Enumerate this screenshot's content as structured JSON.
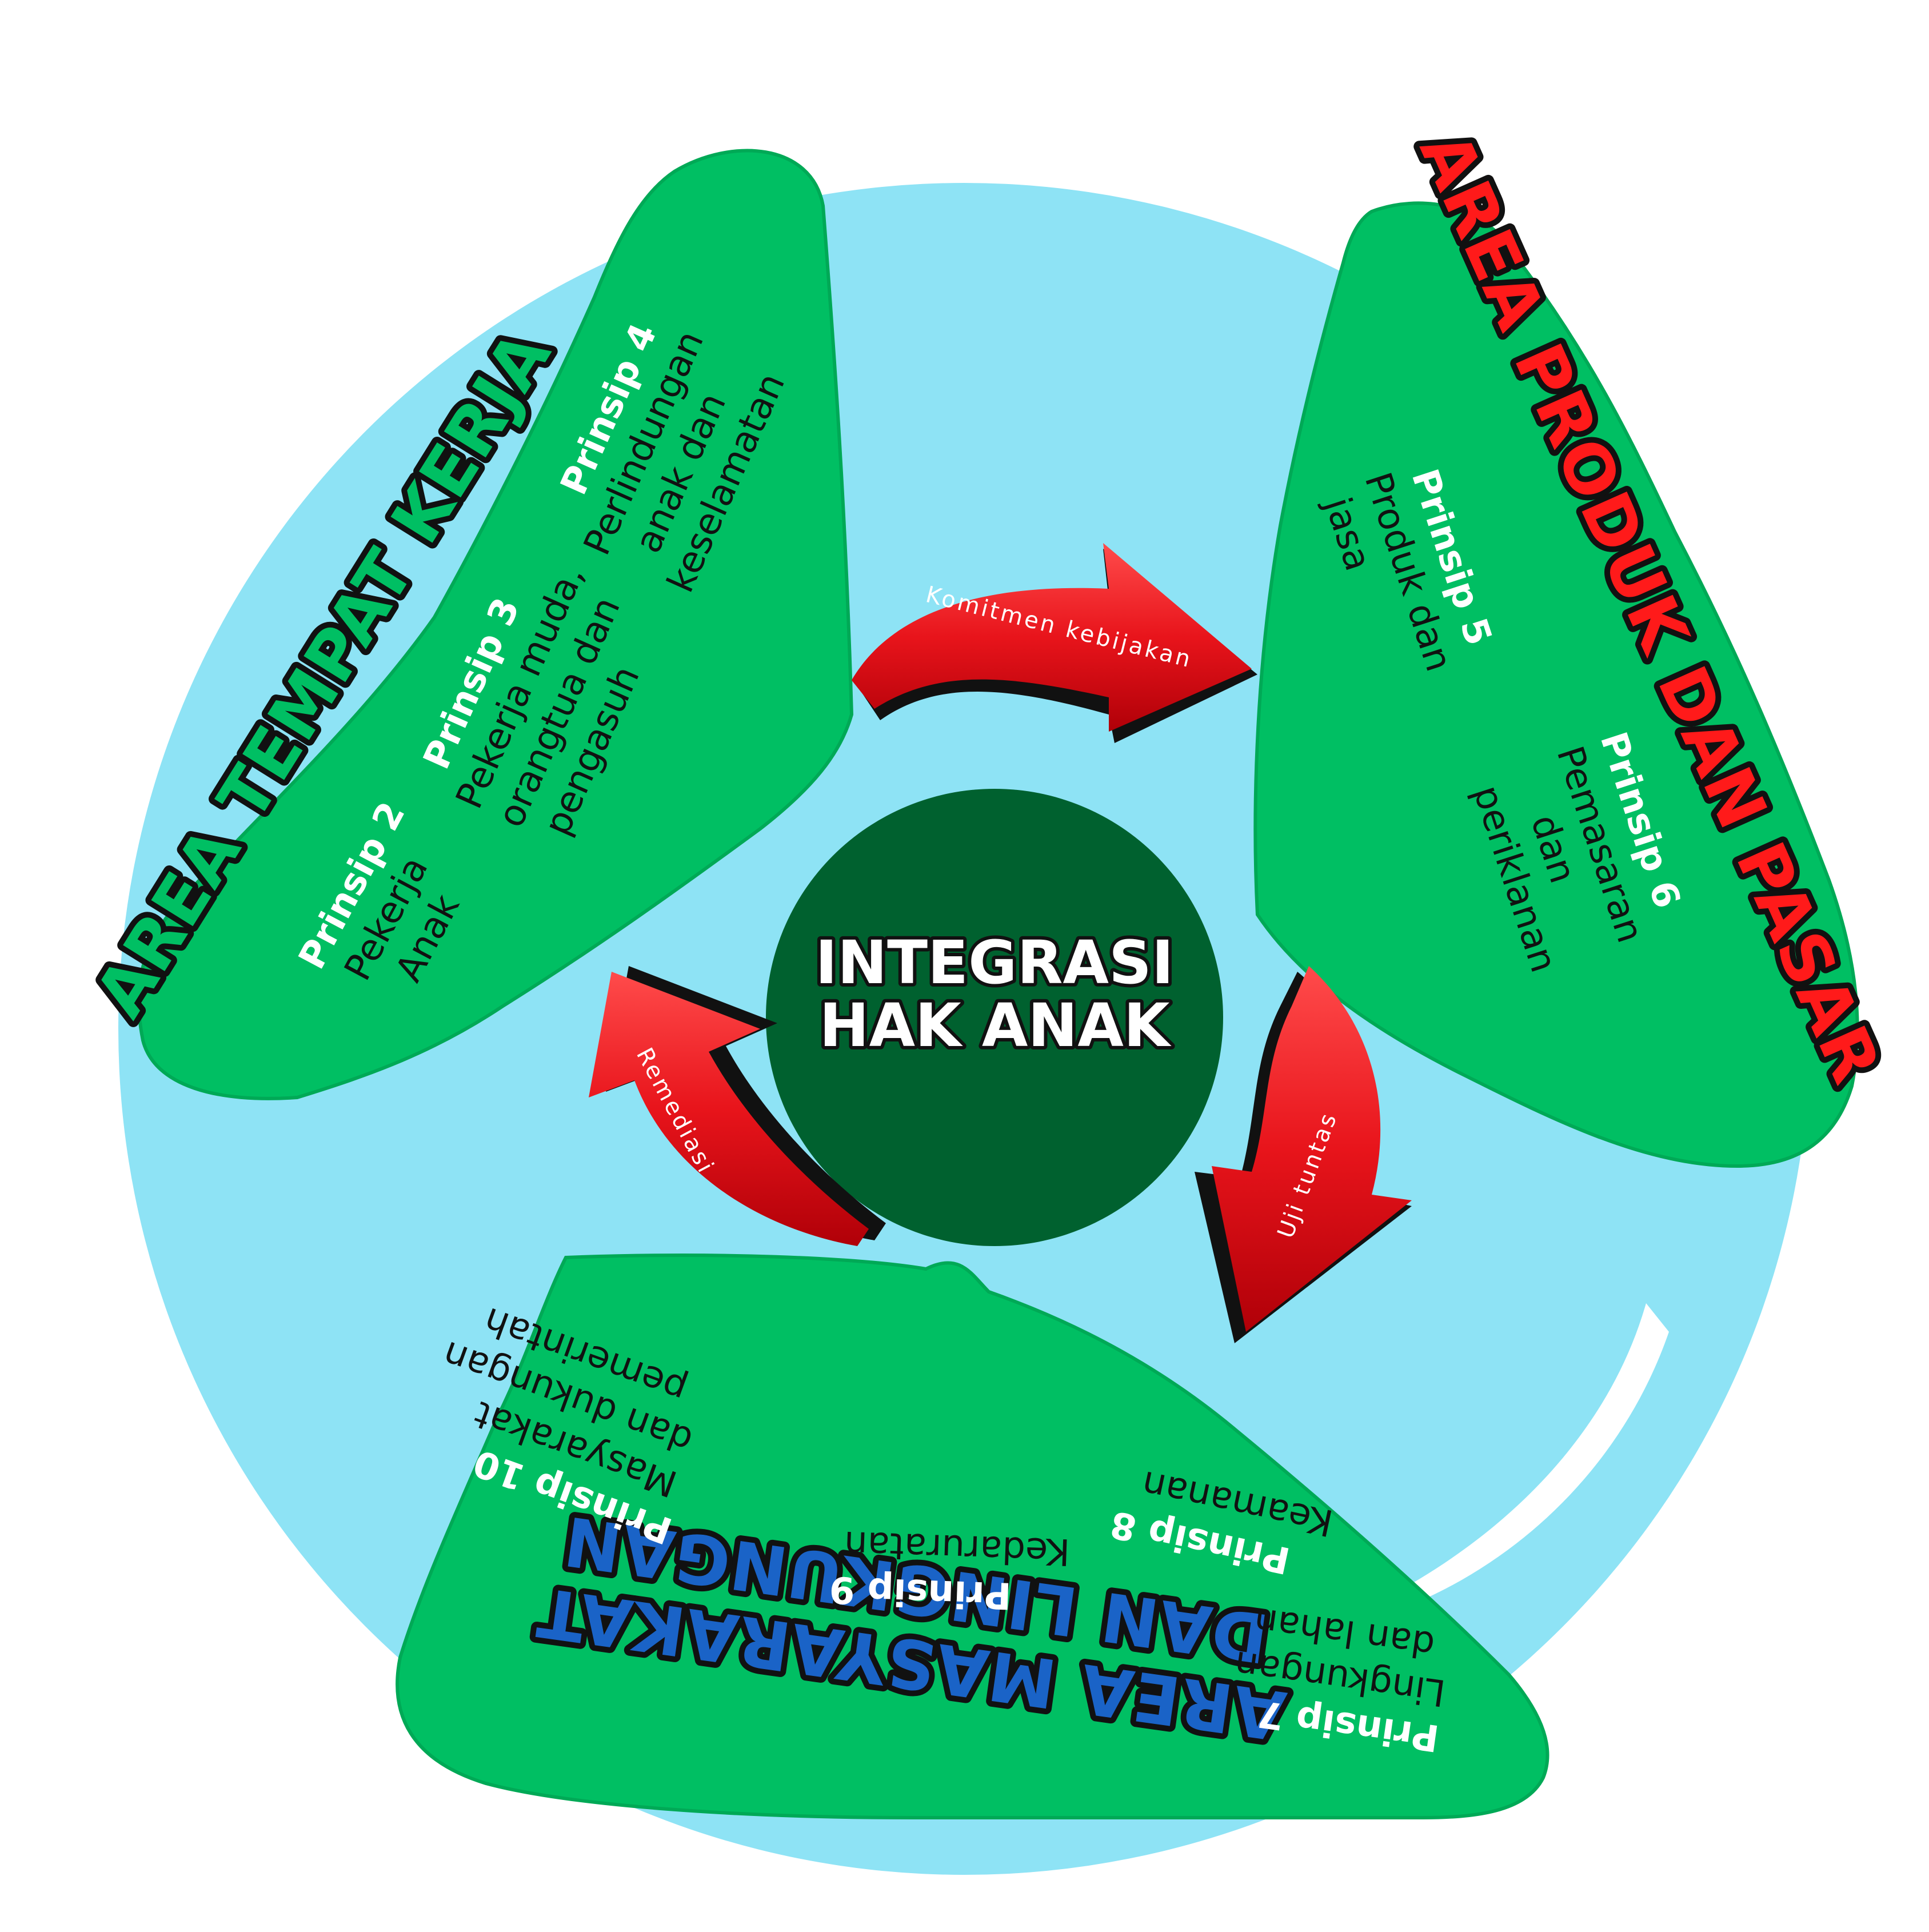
{
  "center": {
    "line1": "INTEGRASI",
    "line2": "HAK ANAK"
  },
  "colors": {
    "ring": "#8ee3f5",
    "zone": "#00bf63",
    "center": "#00612f",
    "arrow": "#e8141b",
    "title_red": "#ff1a1a",
    "title_green": "#00bf63",
    "title_blue": "#1a63c7"
  },
  "arrows": {
    "top": "Komitmen kebijakan",
    "right": "Uji tuntas",
    "left": "Remediasi"
  },
  "areas": {
    "workplace": {
      "title": "AREA TEMPAT KERJA",
      "principles": [
        {
          "title": "Prinsip 2",
          "lines": [
            "Pekerja",
            "Anak"
          ]
        },
        {
          "title": "Prinsip 3",
          "lines": [
            "Pekerja muda,",
            "orangtua dan",
            "pengasuh"
          ]
        },
        {
          "title": "Prinsip 4",
          "lines": [
            "Perlindungan",
            "anak dan",
            "keselamatan"
          ]
        }
      ]
    },
    "product": {
      "title": "AREA PRODUK DAN PASAR",
      "principles": [
        {
          "title": "Prinsip 5",
          "lines": [
            "Produk dan",
            "jasa"
          ]
        },
        {
          "title": "Prinsip 6",
          "lines": [
            "Pemasaran",
            "dan",
            "periklanan"
          ]
        }
      ]
    },
    "community": {
      "title_line1": "AREA MASYARAKAT",
      "title_line2": "DAN LINGKUNGAN",
      "principles": [
        {
          "title": "Prinsip 7",
          "lines": [
            "Lingkungan",
            "dan lahan"
          ]
        },
        {
          "title": "Prinsip 8",
          "lines": [
            "Keamanan"
          ]
        },
        {
          "title": "Prinsip 9",
          "lines": [
            "Kedaruratan"
          ]
        },
        {
          "title": "Prinsip 10",
          "lines": [
            "Masyarakat",
            "dan dukungan",
            "pemerintah"
          ]
        }
      ]
    }
  }
}
